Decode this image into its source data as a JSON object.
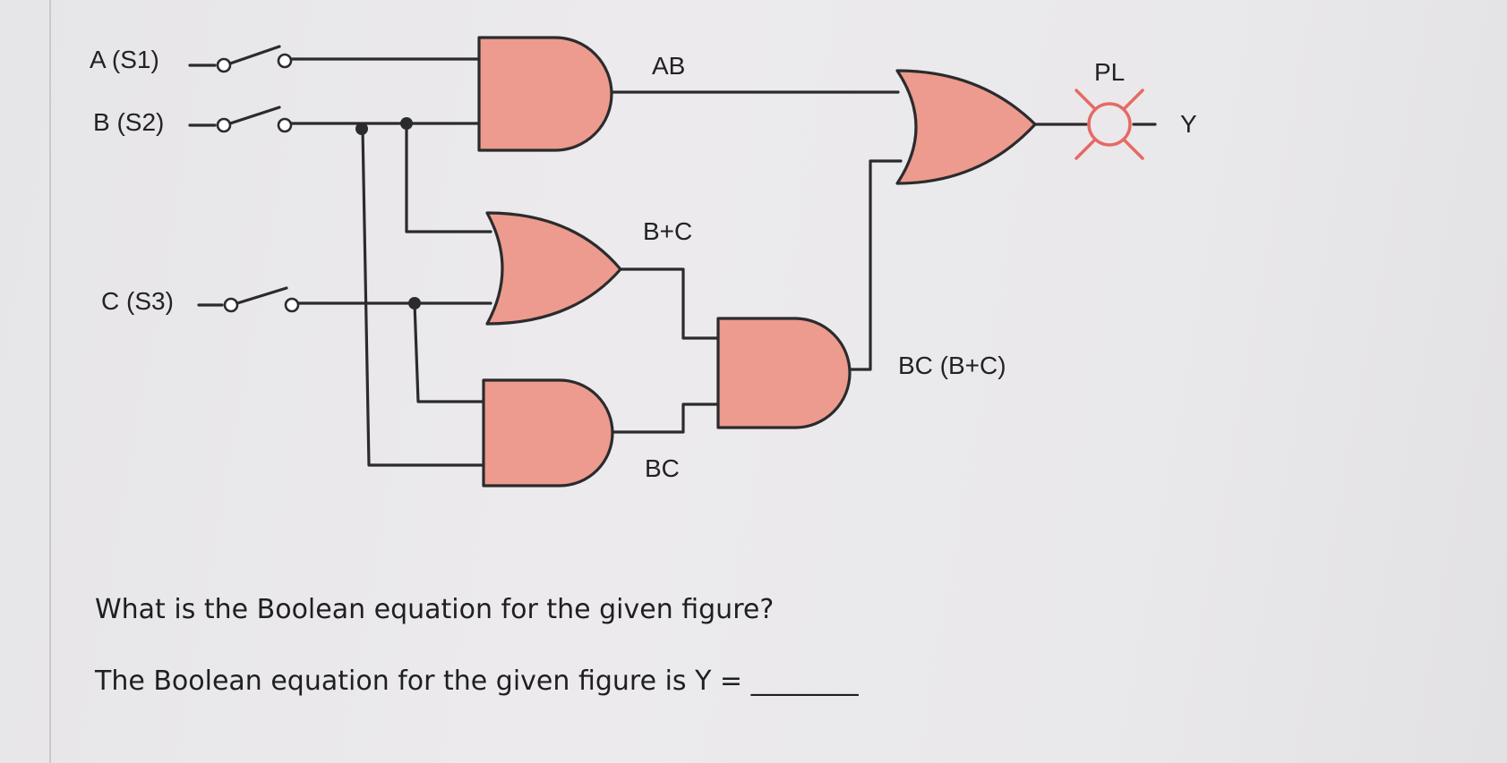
{
  "diagram": {
    "inputs": [
      {
        "label": "A (S1)"
      },
      {
        "label": "B (S2)"
      },
      {
        "label": "C (S3)"
      }
    ],
    "gates": [
      {
        "type": "AND",
        "output_label": "AB"
      },
      {
        "type": "OR",
        "output_label": "B+C"
      },
      {
        "type": "AND",
        "output_label": "BC"
      },
      {
        "type": "AND",
        "output_label": "BC (B+C)"
      },
      {
        "type": "OR",
        "output_label": ""
      }
    ],
    "lamp": {
      "label": "PL",
      "output": "Y"
    },
    "colors": {
      "gate_fill": "#ec9b8e",
      "wire": "#2b2b2d",
      "lamp": "#e56a64"
    }
  },
  "question": {
    "prompt": "What is the Boolean equation for the given figure?",
    "answer_line": "The Boolean equation for the given figure is Y = ________"
  }
}
